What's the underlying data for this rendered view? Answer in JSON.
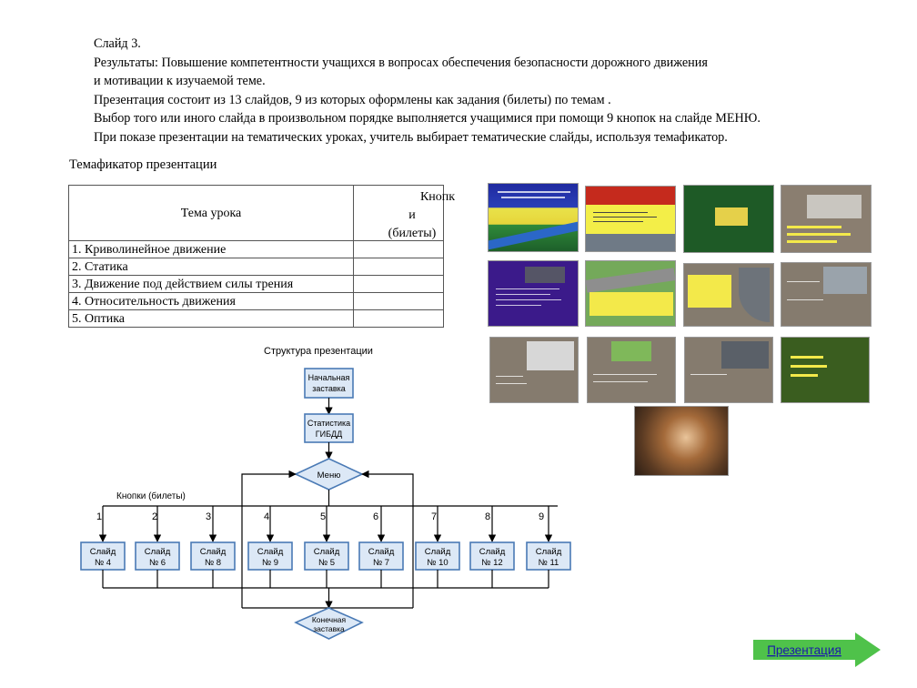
{
  "intro": {
    "line1": "Слайд 3.",
    "line2": "Результаты: Повышение компетентности учащихся в вопросах обеспечения безопасности дорожного движения",
    "line3": "и мотивации к изучаемой теме.",
    "line4": "Презентация состоит  из 13 слайдов,  9 из которых оформлены как задания (билеты) по темам .",
    "line5": "Выбор того или иного слайда в произвольном порядке  выполняется учащимися при помощи 9 кнопок на слайде МЕНЮ.",
    "line6": "При показе презентации на тематических уроках,  учитель выбирает тематические слайды, используя темафикатор."
  },
  "temafikator": {
    "title": "Темафикатор презентации",
    "col1_header": "Тема урока",
    "col2_header_line1": "Кнопк",
    "col2_header_line2": "и",
    "col2_header_line3": "(билеты)",
    "rows": [
      "1. Криволинейное движение",
      "2. Статика",
      "3. Движение под действием силы трения",
      "4. Относительность движения",
      "5. Оптика"
    ]
  },
  "diagram": {
    "title": "Структура презентации",
    "start": [
      "Начальная",
      "заставка"
    ],
    "stats": [
      "Статистика",
      "ГИБДД"
    ],
    "menu": "Меню",
    "buttons_label": "Кнопки (билеты)",
    "numbers": [
      "1",
      "2",
      "3",
      "4",
      "5",
      "6",
      "7",
      "8",
      "9"
    ],
    "slides": [
      [
        "Слайд",
        "№ 4"
      ],
      [
        "Слайд",
        "№ 6"
      ],
      [
        "Слайд",
        "№ 8"
      ],
      [
        "Слайд",
        "№ 9"
      ],
      [
        "Слайд",
        "№ 5"
      ],
      [
        "Слайд",
        "№ 7"
      ],
      [
        "Слайд",
        "№ 10"
      ],
      [
        "Слайд",
        "№ 12"
      ],
      [
        "Слайд",
        "№ 11"
      ]
    ],
    "end": [
      "Конечная",
      "заставка"
    ],
    "colors": {
      "box_border": "#4a7ab5",
      "box_fill": "#dce8f6",
      "line": "#000000"
    }
  },
  "thumbnails": {
    "count": 13
  },
  "presentation_button": {
    "label": "Презентация",
    "color": "#4fc24a"
  }
}
